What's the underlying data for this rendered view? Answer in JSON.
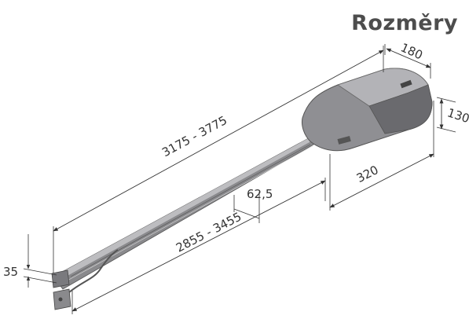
{
  "title": "Rozměry",
  "dimensions": {
    "overall_length": "3175 - 3775",
    "rail_length": "2855 - 3455",
    "motor_depth": "320",
    "motor_width": "180",
    "motor_height": "130",
    "rail_offset": "62,5",
    "rail_height": "35"
  },
  "colors": {
    "motor_body": "#8f8f93",
    "motor_dark": "#6a6a6e",
    "rail": "#7d7d80",
    "dimension_line": "#333333",
    "title": "#4d4d4d"
  }
}
